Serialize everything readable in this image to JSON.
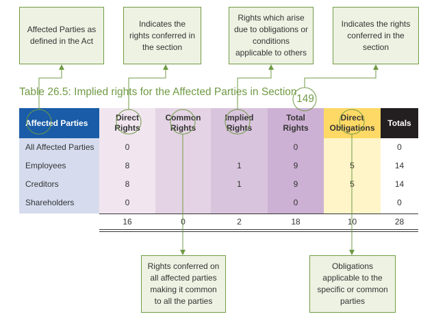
{
  "title": {
    "text": "Table 26.5: Implied rights for the Affected Parties in Section",
    "section_number": "149"
  },
  "top_notes": [
    {
      "id": "affected",
      "text": "Affected Parties as defined in the Act"
    },
    {
      "id": "direct",
      "text": "Indicates the rights conferred in the section"
    },
    {
      "id": "implied",
      "text": "Rights which arise due to obligations or conditions applicable to others"
    },
    {
      "id": "section",
      "text": "Indicates the rights conferred in the section"
    }
  ],
  "bottom_notes": [
    {
      "id": "common",
      "text": "Rights conferred on all affected parties making it common to all the parties"
    },
    {
      "id": "obligations",
      "text": "Obligations applicable to the specific or common parties"
    }
  ],
  "table": {
    "columns": [
      {
        "key": "party",
        "label": "Affected Parties",
        "color": "#1a5ca8"
      },
      {
        "key": "direct",
        "label": "Direct Rights",
        "color": "#f1e6f0"
      },
      {
        "key": "common",
        "label": "Common Rights",
        "color": "#e4d3e4"
      },
      {
        "key": "implied",
        "label": "Implied Rights",
        "color": "#d9c4dd"
      },
      {
        "key": "total",
        "label": "Total Rights",
        "color": "#cdb1d4"
      },
      {
        "key": "obligations",
        "label": "Direct Obligations",
        "color": "#ffd966"
      },
      {
        "key": "totals",
        "label": "Totals",
        "color": "#231f20"
      }
    ],
    "rows": [
      {
        "party": "All Affected Parties",
        "direct": "0",
        "common": "",
        "implied": "",
        "total": "0",
        "obligations": "",
        "totals": "0"
      },
      {
        "party": "Employees",
        "direct": "8",
        "common": "",
        "implied": "1",
        "total": "9",
        "obligations": "5",
        "totals": "14"
      },
      {
        "party": "Creditors",
        "direct": "8",
        "common": "",
        "implied": "1",
        "total": "9",
        "obligations": "5",
        "totals": "14"
      },
      {
        "party": "Shareholders",
        "direct": "0",
        "common": "",
        "implied": "",
        "total": "0",
        "obligations": "",
        "totals": "0"
      }
    ],
    "totals_row": {
      "direct": "16",
      "common": "0",
      "implied": "2",
      "total": "18",
      "obligations": "10",
      "totals": "28"
    }
  },
  "colors": {
    "accent_green": "#6f9a44",
    "note_fill": "#eef2e3",
    "party_column_fill": "#d6dcee",
    "obligation_cell_fill": "#fff5c8"
  }
}
